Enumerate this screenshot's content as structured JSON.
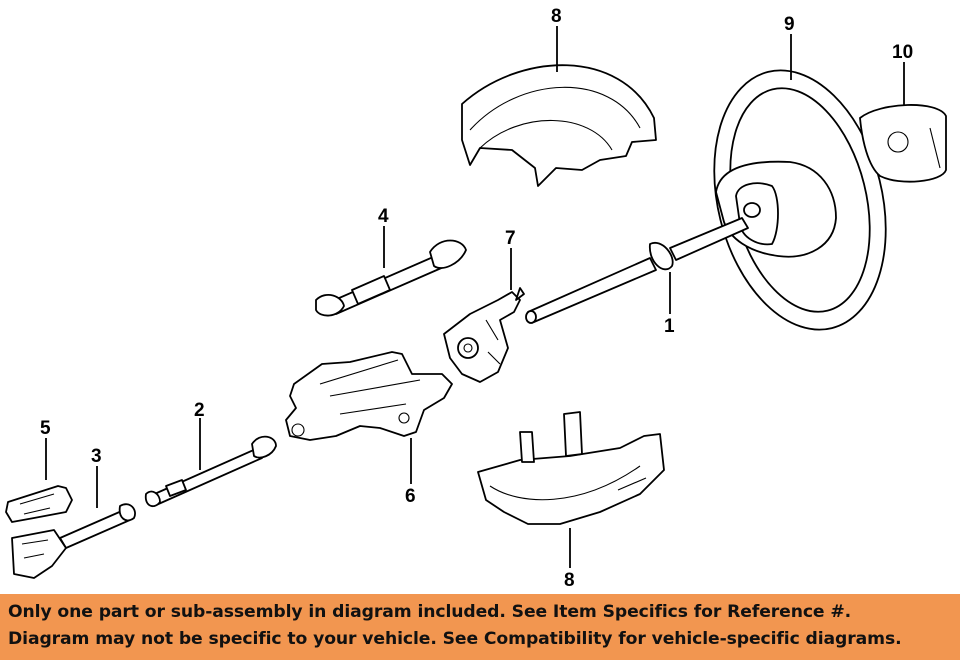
{
  "callouts": {
    "c1": "1",
    "c2": "2",
    "c3": "3",
    "c4": "4",
    "c5": "5",
    "c6": "6",
    "c7": "7",
    "c8_top": "8",
    "c8_bottom": "8",
    "c9": "9",
    "c10": "10"
  },
  "footer": {
    "line1": "Only one part or sub-assembly in diagram included. See Item Specifics for Reference #.",
    "line2": "Diagram may not be specific to your vehicle. See Compatibility for vehicle-specific diagrams."
  },
  "colors": {
    "banner": "#f29650",
    "line": "#000000",
    "background": "#ffffff"
  }
}
